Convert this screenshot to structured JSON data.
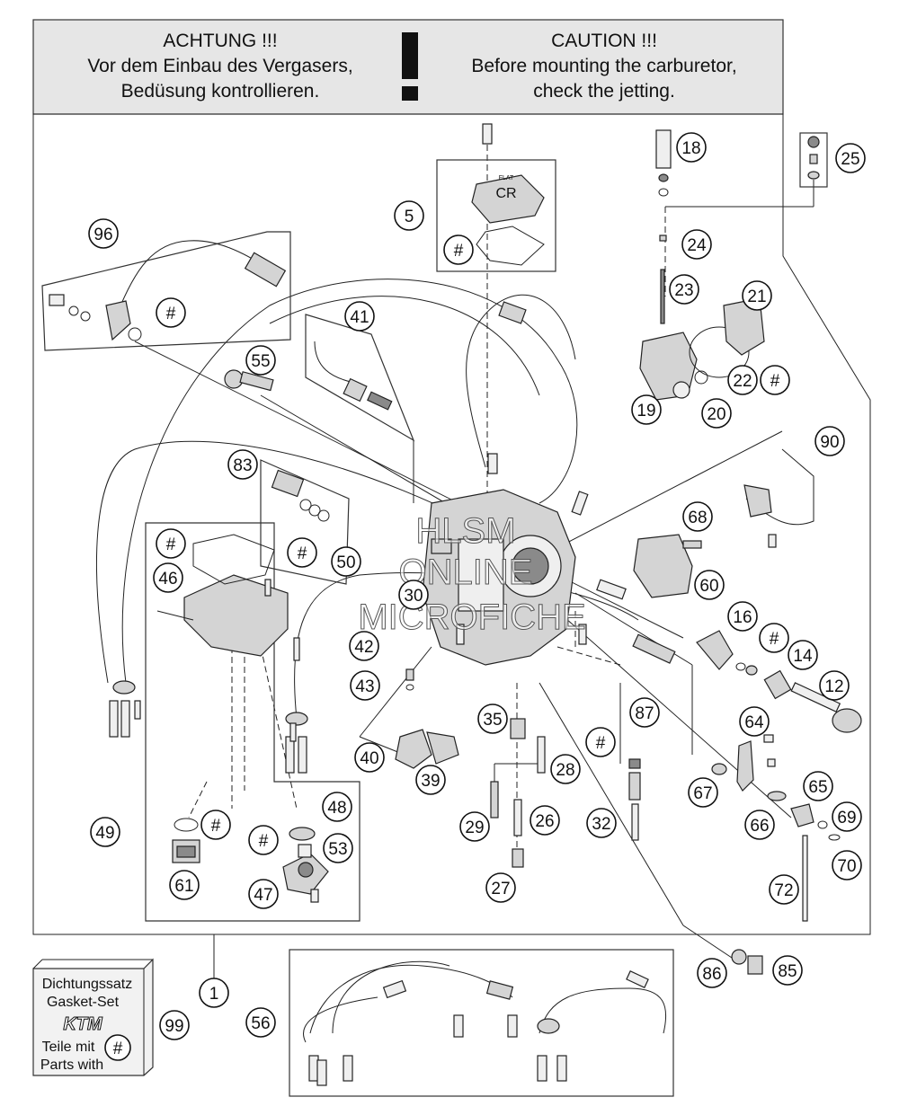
{
  "warning": {
    "german_lines": [
      "ACHTUNG !!!",
      "Vor dem Einbau des Vergasers,",
      "Bedüsung kontrollieren."
    ],
    "symbol": "!",
    "english_lines": [
      "CAUTION !!!",
      "Before mounting the carburetor,",
      "check the jetting."
    ]
  },
  "callouts": [
    "1",
    "5",
    "12",
    "14",
    "16",
    "18",
    "19",
    "20",
    "21",
    "22",
    "23",
    "24",
    "25",
    "26",
    "27",
    "28",
    "29",
    "30",
    "32",
    "35",
    "39",
    "40",
    "41",
    "42",
    "43",
    "46",
    "47",
    "48",
    "49",
    "50",
    "53",
    "55",
    "56",
    "60",
    "61",
    "64",
    "65",
    "66",
    "67",
    "68",
    "69",
    "70",
    "72",
    "83",
    "85",
    "86",
    "87",
    "90",
    "96",
    "99",
    "#"
  ],
  "gasket_set": {
    "line1": "Dichtungssatz",
    "line2": "Gasket-Set",
    "logo": "KTM",
    "line3": "Teile mit",
    "line4": "Parts with",
    "symbol": "#"
  },
  "cover_label": {
    "top": "FLAT",
    "main": "CR"
  },
  "watermark": [
    "HLSM",
    "ONLINE",
    "MICROFICHE"
  ]
}
